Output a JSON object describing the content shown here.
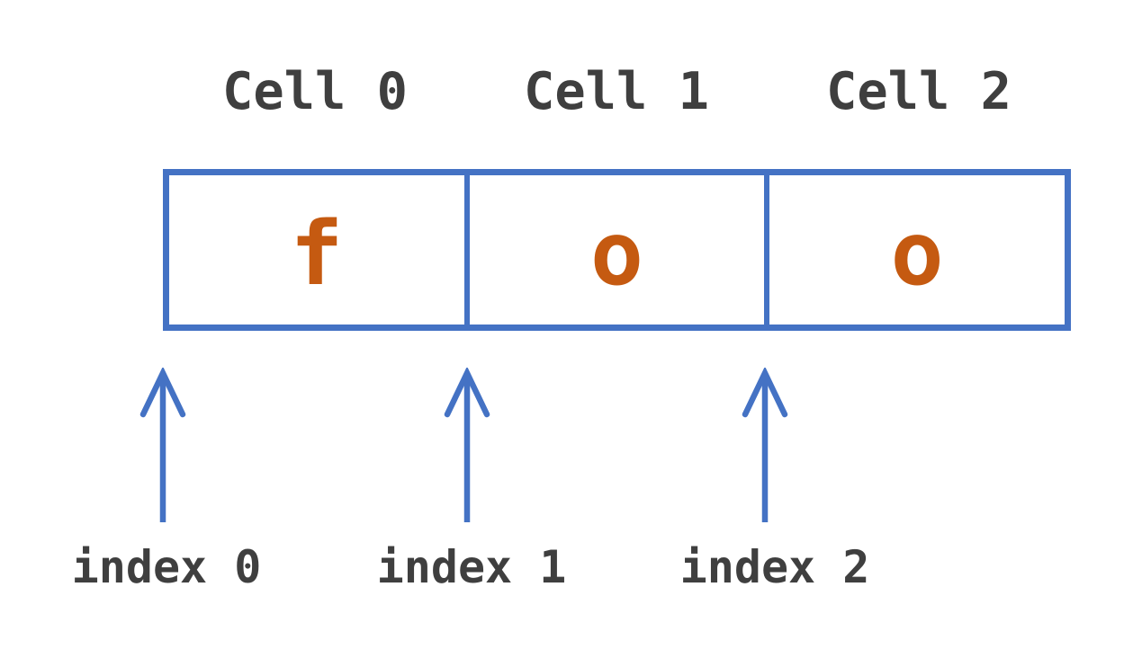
{
  "diagram_title": "string index cells diagram",
  "colors": {
    "box_border": "#4472C4",
    "arrow": "#4472C4",
    "letter": "#C55A11",
    "label_text": "#3F3F3F"
  },
  "cells": [
    {
      "label": "Cell 0",
      "letter": "f",
      "index_label": "index 0"
    },
    {
      "label": "Cell 1",
      "letter": "o",
      "index_label": "index 1"
    },
    {
      "label": "Cell 2",
      "letter": "o",
      "index_label": "index 2"
    }
  ]
}
